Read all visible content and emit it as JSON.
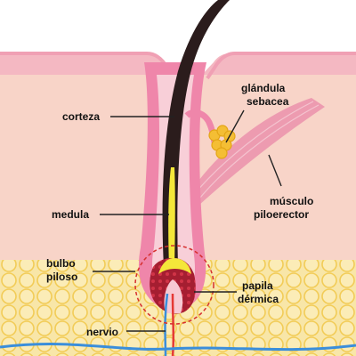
{
  "labels": {
    "corteza": "corteza",
    "medula": "medula",
    "bulbo_1": "bulbo",
    "bulbo_2": "piloso",
    "nervio": "nervio",
    "glandula_1": "glándula",
    "glandula_2": "sebacea",
    "musculo_1": "músculo",
    "musculo_2": "piloerector",
    "papila_1": "papila",
    "papila_2": "dérmica"
  },
  "colors": {
    "epidermis_top": "#f3b6c1",
    "dermis": "#f8d3c9",
    "follicle_outer": "#ea7fa3",
    "follicle_inner": "#f7c2d0",
    "hair": "#2b1c1c",
    "medula": "#f1e53a",
    "sebaceous_gland": "#f6c233",
    "fat_cells": "#f9e7a0",
    "fat_outline": "#f3cf55",
    "nerve_red": "#e53935",
    "nerve_blue": "#3a8edb",
    "label_text": "#111111",
    "callout_line": "#222222",
    "highlight_circle": "#d62f2f"
  }
}
